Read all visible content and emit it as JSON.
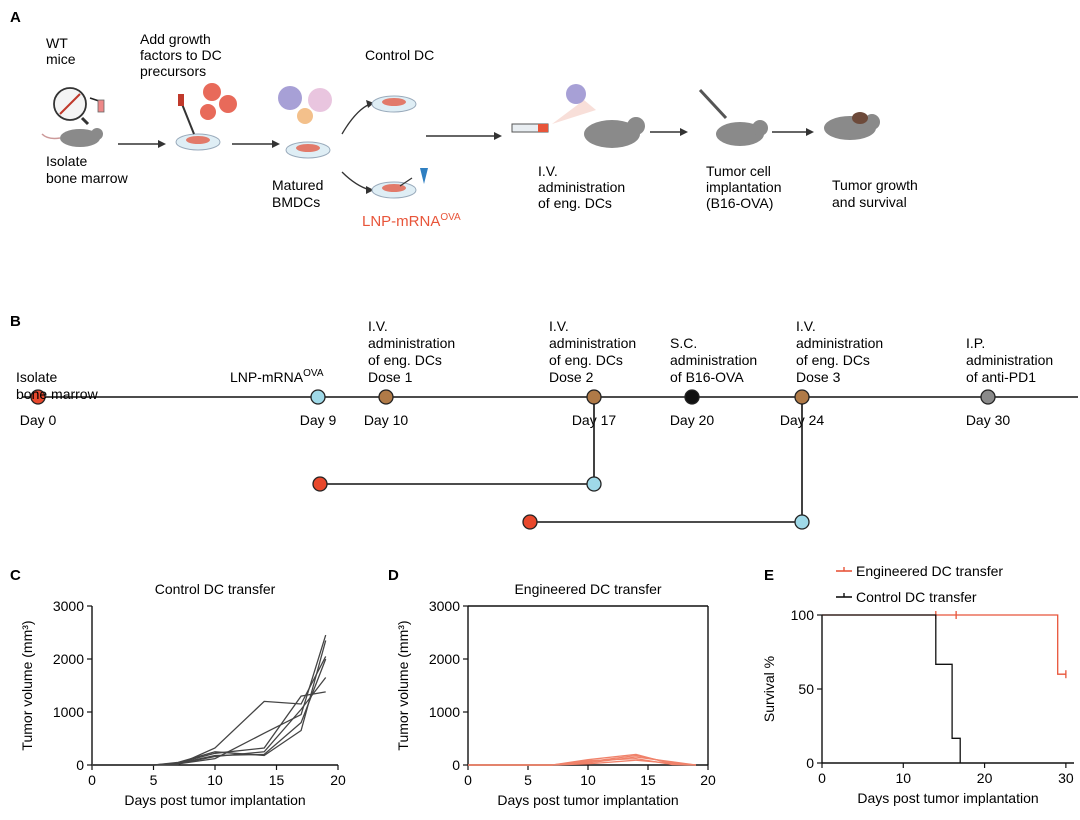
{
  "panelA": {
    "panel_label": "A",
    "wt_mice": "WT\nmice",
    "isolate_bone_marrow": "Isolate\nbone marrow",
    "add_growth_factors": "Add growth\nfactors to DC\nprecursors",
    "control_dc": "Control DC",
    "matured_bmdcs": "Matured\nBMDCs",
    "lnp_prefix": "LNP-mRNA",
    "lnp_superscript": "OVA",
    "iv_admin": "I.V.\nadministration\nof eng. DCs",
    "tumor_implant": "Tumor  cell\nimplantation\n(B16-OVA)",
    "tumor_growth": "Tumor growth\nand survival",
    "lnp_color": "#e8553a"
  },
  "panelB": {
    "panel_label": "B",
    "events": [
      {
        "top": "Isolate\nbone marrow",
        "day": "Day 0",
        "color": "#e8482c"
      },
      {
        "top": "LNP-mRNA",
        "top_sup": "OVA",
        "day": "Day 9",
        "color": "#9fd9e8"
      },
      {
        "top": "I.V.\nadministration\nof eng. DCs\nDose 1",
        "day": "Day 10",
        "color": "#b07a47"
      },
      {
        "top": "I.V.\nadministration\nof eng. DCs\nDose 2",
        "day": "Day 17",
        "color": "#b07a47"
      },
      {
        "top": "S.C.\nadministration\nof B16-OVA",
        "day": "Day 20",
        "color": "#111111"
      },
      {
        "top": "I.V.\nadministration\nof eng. DCs\nDose 3",
        "day": "Day 24",
        "color": "#b07a47"
      },
      {
        "top": "I.P.\nadministration\nof anti-PD1",
        "day": "Day 30",
        "color": "#8a8a8a"
      }
    ],
    "branch_colors": {
      "start": "#e8482c",
      "end": "#9fd9e8"
    }
  },
  "chart_data": [
    {
      "panel": "C",
      "type": "line",
      "title": "Control DC transfer",
      "xlabel": "Days post tumor implantation",
      "ylabel": "Tumor volume (mm³)",
      "xlim": [
        0,
        20
      ],
      "ylim": [
        0,
        3000
      ],
      "xticks": [
        "0",
        "5",
        "10",
        "15",
        "20"
      ],
      "yticks": [
        "0",
        "1000",
        "2000",
        "3000"
      ],
      "color": "#444444",
      "series": [
        {
          "x": [
            0,
            5,
            7,
            10,
            14,
            17,
            19
          ],
          "y": [
            0,
            0,
            20,
            120,
            600,
            950,
            2450
          ]
        },
        {
          "x": [
            0,
            5,
            7,
            10,
            14,
            17,
            19
          ],
          "y": [
            0,
            0,
            10,
            320,
            1200,
            1150,
            2050
          ]
        },
        {
          "x": [
            0,
            5,
            7,
            10,
            14,
            17,
            19
          ],
          "y": [
            0,
            0,
            40,
            220,
            320,
            1300,
            1380
          ]
        },
        {
          "x": [
            0,
            5,
            7,
            10,
            14,
            17,
            19
          ],
          "y": [
            0,
            0,
            30,
            180,
            200,
            800,
            2000
          ]
        },
        {
          "x": [
            0,
            5,
            7,
            10,
            14,
            17,
            19
          ],
          "y": [
            0,
            0,
            50,
            250,
            180,
            650,
            2350
          ]
        },
        {
          "x": [
            0,
            5,
            7,
            10,
            14,
            17,
            19
          ],
          "y": [
            0,
            0,
            20,
            160,
            250,
            1050,
            1650
          ]
        }
      ]
    },
    {
      "panel": "D",
      "type": "line",
      "title": "Engineered DC transfer",
      "xlabel": "Days post tumor implantation",
      "ylabel": "Tumor volume (mm³)",
      "xlim": [
        0,
        20
      ],
      "ylim": [
        0,
        3000
      ],
      "xticks": [
        "0",
        "5",
        "10",
        "15",
        "20"
      ],
      "yticks": [
        "0",
        "1000",
        "2000",
        "3000"
      ],
      "color": "#f0826a",
      "series": [
        {
          "x": [
            0,
            5,
            7,
            10,
            14,
            17,
            19
          ],
          "y": [
            0,
            0,
            0,
            60,
            180,
            40,
            0
          ]
        },
        {
          "x": [
            0,
            5,
            7,
            10,
            14,
            17,
            19
          ],
          "y": [
            0,
            0,
            0,
            100,
            200,
            20,
            0
          ]
        },
        {
          "x": [
            0,
            5,
            7,
            10,
            14,
            17,
            19
          ],
          "y": [
            0,
            0,
            0,
            40,
            150,
            60,
            0
          ]
        },
        {
          "x": [
            0,
            5,
            7,
            10,
            14,
            17,
            19
          ],
          "y": [
            0,
            0,
            0,
            80,
            120,
            10,
            0
          ]
        },
        {
          "x": [
            0,
            5,
            7,
            10,
            14,
            17,
            19
          ],
          "y": [
            0,
            0,
            0,
            20,
            90,
            30,
            0
          ]
        }
      ]
    },
    {
      "panel": "E",
      "type": "line",
      "xlabel": "Days post tumor implantation",
      "ylabel": "Survival %",
      "xlim": [
        0,
        31
      ],
      "ylim": [
        0,
        100
      ],
      "xticks": [
        "0",
        "10",
        "20",
        "30"
      ],
      "yticks": [
        "0",
        "50",
        "100"
      ],
      "legend_position": "top",
      "series": [
        {
          "name": "Engineered DC transfer",
          "color": "#e8553a",
          "x": [
            0,
            29,
            29,
            30
          ],
          "y": [
            100,
            100,
            60,
            60
          ],
          "censor_x": [
            14,
            16.5,
            30
          ],
          "censor_y": [
            100,
            100,
            60
          ]
        },
        {
          "name": "Control DC transfer",
          "color": "#111111",
          "x": [
            0,
            14,
            14,
            16,
            16,
            17,
            17
          ],
          "y": [
            100,
            100,
            66.7,
            66.7,
            16.7,
            16.7,
            0
          ]
        }
      ]
    }
  ]
}
